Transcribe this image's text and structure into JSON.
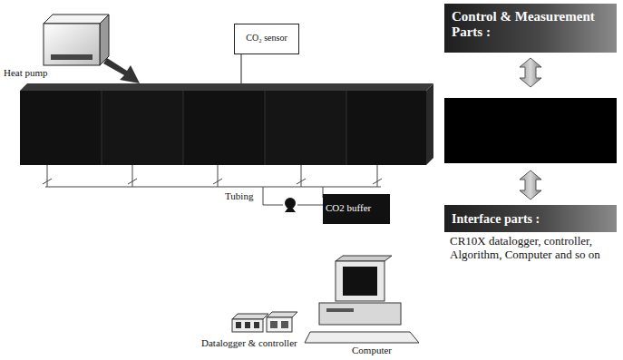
{
  "diagram": {
    "nodes": [
      {
        "text": [
          "CO₂ sensor"
        ]
      },
      {
        "text": [
          "CO2 buffer"
        ]
      },
      {
        "text": [
          "Control & Measurement Parts :"
        ]
      },
      {
        "text": [
          "Interface parts :",
          "CR10X datalogger, controller, Algorithm, Computer and so on"
        ]
      }
    ],
    "labels": [
      "Heat pump",
      "Tubing",
      "Datalogger & controller",
      "Computer"
    ]
  }
}
